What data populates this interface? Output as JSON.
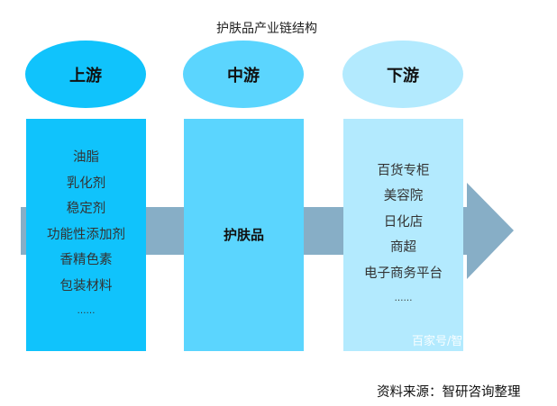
{
  "title": "护肤品产业链结构",
  "stages": [
    {
      "name": "上游",
      "items": [
        "油脂",
        "乳化剂",
        "稳定剂",
        "功能性添加剂",
        "香精色素",
        "包装材料",
        "……"
      ]
    },
    {
      "name": "中游",
      "items": [
        "护肤品"
      ]
    },
    {
      "name": "下游",
      "items": [
        "百货专柜",
        "美容院",
        "日化店",
        "商超",
        "电子商务平台",
        "……"
      ]
    }
  ],
  "colors": {
    "upstream": "#10C3FC",
    "midstream": "#5BD5FE",
    "downstream": "#B3EAFE",
    "arrow": "#87AEC6"
  },
  "watermark": "百家号/智",
  "source": "资料来源：智研咨询整理"
}
